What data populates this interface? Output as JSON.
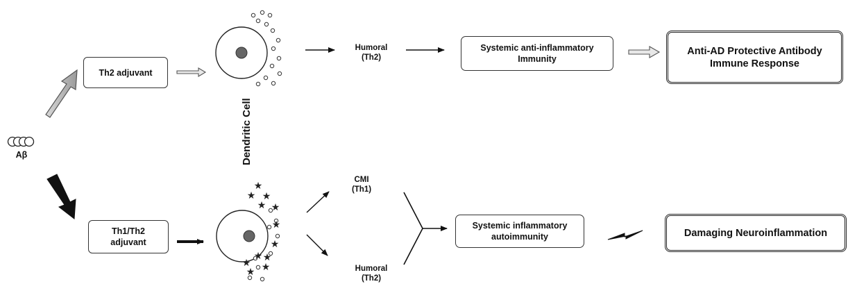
{
  "abeta": {
    "label": "Aβ"
  },
  "top": {
    "adjuvant": "Th2 adjuvant",
    "response": "Humoral\n(Th2)",
    "immunity": "Systemic anti-inflammatory\nImmunity",
    "outcome": "Anti-AD Protective Antibody\nImmune Response"
  },
  "middle": {
    "cell_label": "Dendritic Cell"
  },
  "bottom": {
    "adjuvant": "Th1/Th2\nadjuvant",
    "response_cmi": "CMI\n(Th1)",
    "response_humoral": "Humoral\n(Th2)",
    "immunity": "Systemic inflammatory\nautoimmunity",
    "outcome": "Damaging Neuroinflammation"
  }
}
